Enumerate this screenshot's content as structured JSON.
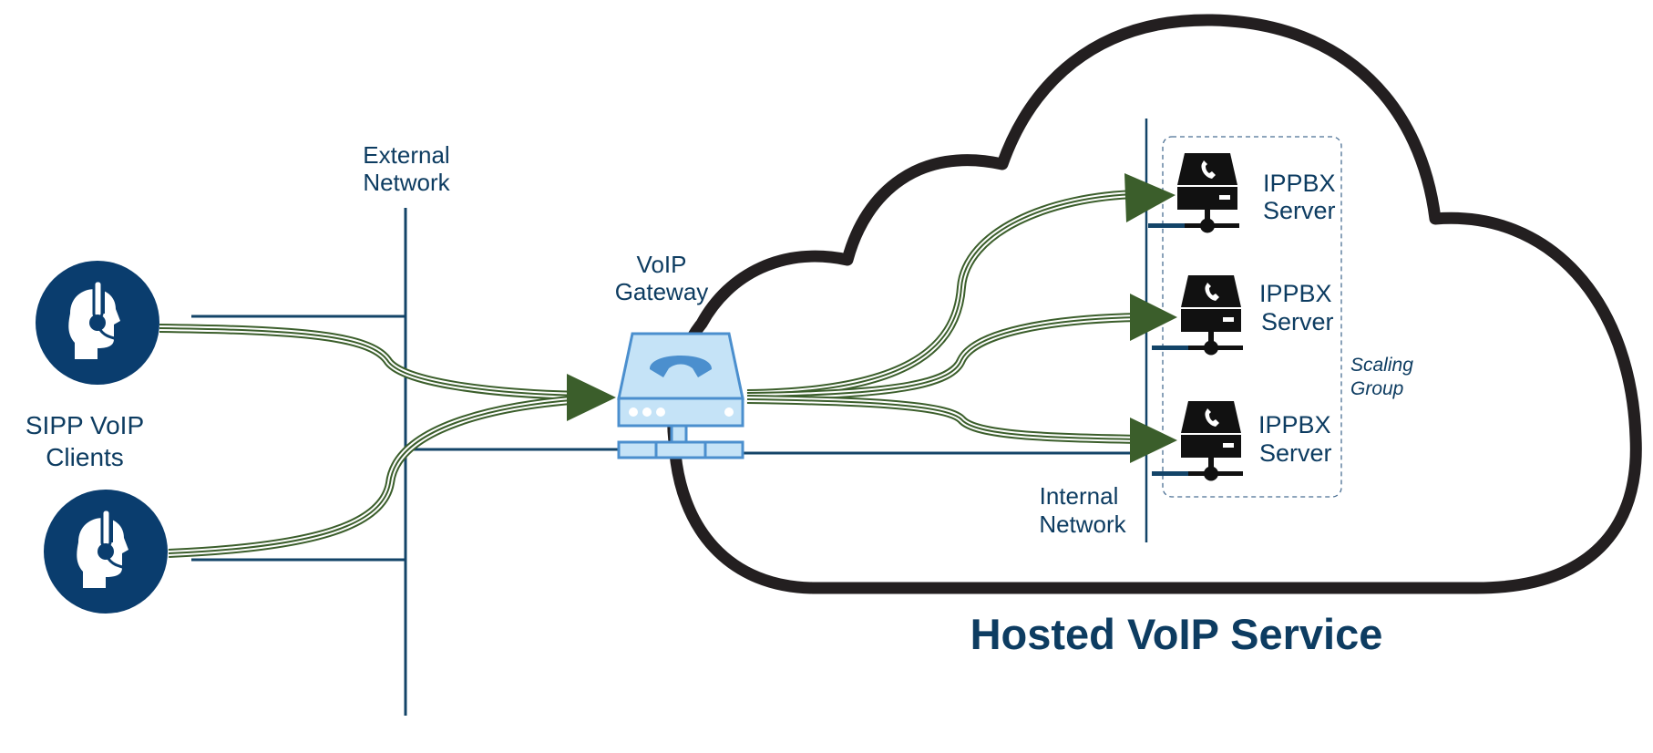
{
  "title": "Hosted VoIP Service",
  "labels": {
    "external_network": [
      "External",
      "Network"
    ],
    "internal_network": [
      "Internal",
      "Network"
    ],
    "gateway": [
      "VoIP",
      "Gateway"
    ],
    "clients": [
      "SIPP VoIP",
      "Clients"
    ],
    "scaling_group": [
      "Scaling",
      "Group"
    ]
  },
  "servers": [
    {
      "line1": "IPPBX",
      "line2": "Server"
    },
    {
      "line1": "IPPBX",
      "line2": "Server"
    },
    {
      "line1": "IPPBX",
      "line2": "Server"
    }
  ],
  "clients": [
    {
      "icon": "headset-user-icon"
    },
    {
      "icon": "headset-user-icon"
    }
  ],
  "colors": {
    "text": "#0d3c61",
    "network_line": "#134468",
    "flow": "#3b5e2b",
    "cloud": "#231f20",
    "client_circle": "#0a3d6e",
    "gateway_fill": "#c5e3f7",
    "gateway_stroke": "#4b8fce",
    "server": "#111111"
  }
}
